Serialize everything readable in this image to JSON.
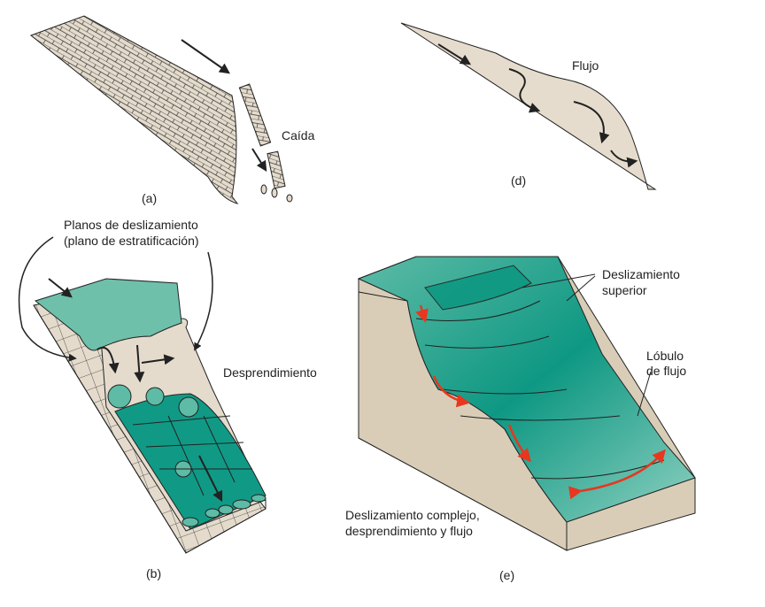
{
  "colors": {
    "rock": "#e4dbcc",
    "teal_dark": "#109a86",
    "teal_light": "#7cc8b8",
    "arrow_red": "#e8361f",
    "line": "#222222"
  },
  "panels": {
    "a": {
      "tag": "(a)",
      "label": "Caída"
    },
    "d": {
      "tag": "(d)",
      "label": "Flujo"
    },
    "b": {
      "tag": "(b)",
      "label_line1": "Planos de deslizamiento",
      "label_line2": "(plano de estratificación)",
      "label2": "Desprendimiento"
    },
    "e": {
      "tag": "(e)",
      "label_upper_line1": "Deslizamiento",
      "label_upper_line2": "superior",
      "label_lobe_line1": "Lóbulo",
      "label_lobe_line2": "de flujo",
      "caption_line1": "Deslizamiento complejo,",
      "caption_line2": "desprendimiento y flujo"
    }
  }
}
